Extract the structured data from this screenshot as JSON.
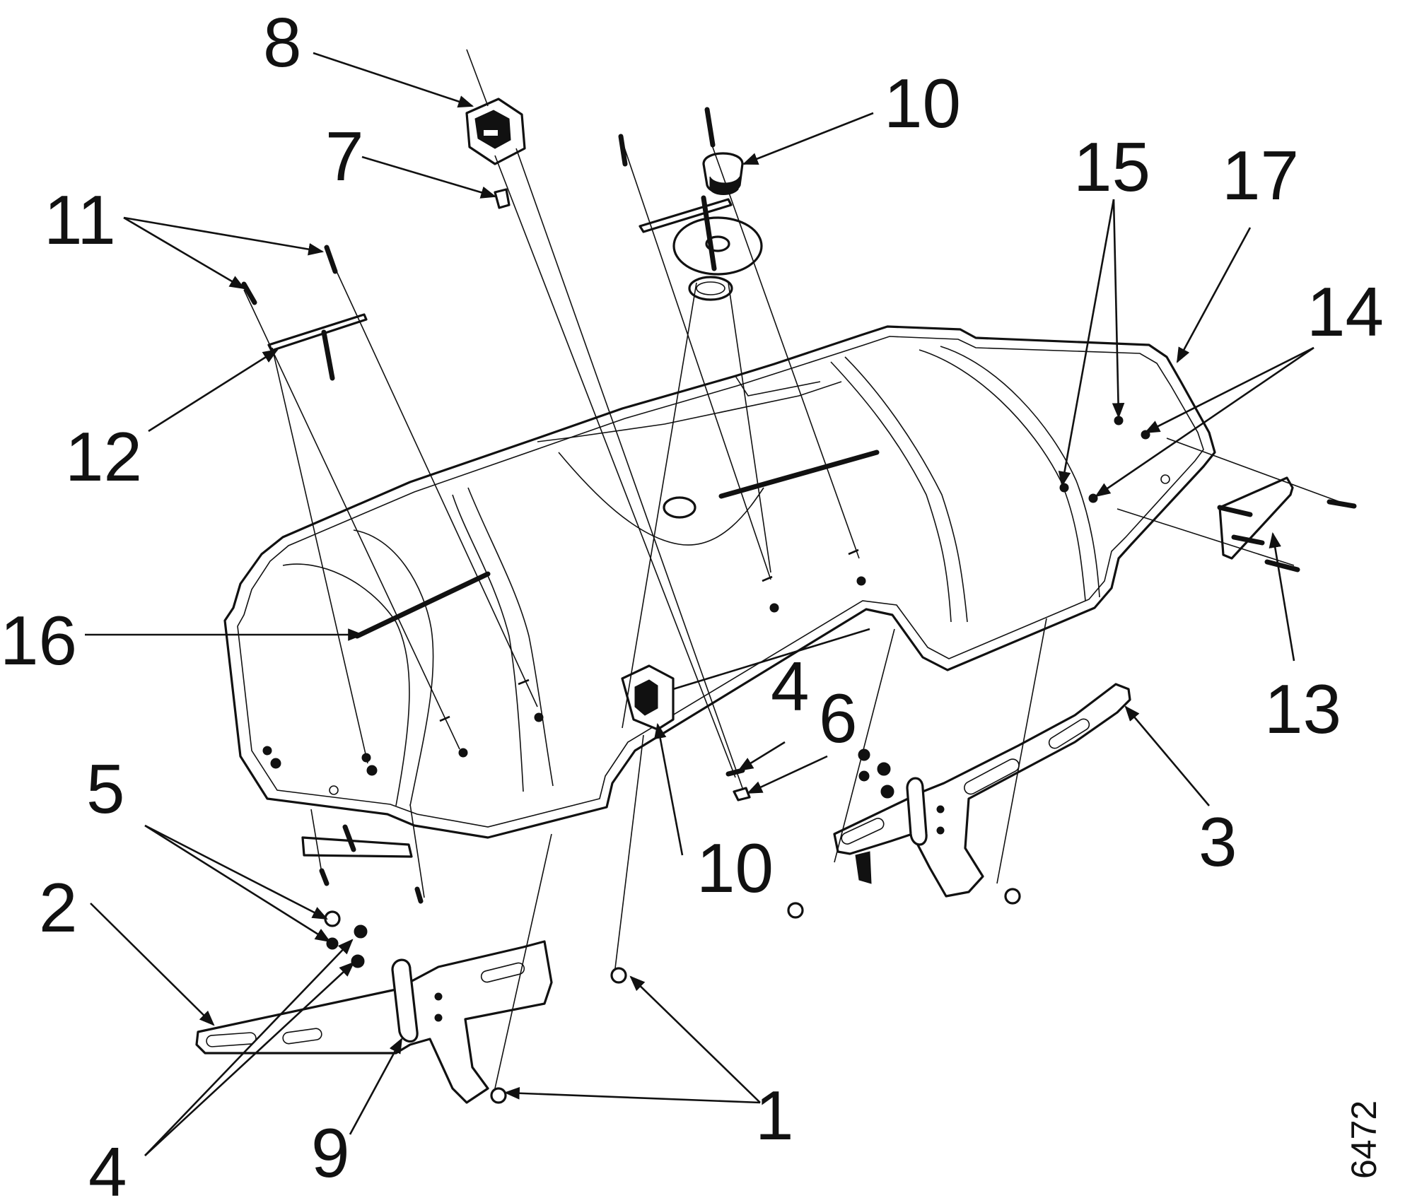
{
  "diagram": {
    "reference_number": "6472",
    "callouts": [
      {
        "id": "c8",
        "label": "8"
      },
      {
        "id": "c10a",
        "label": "10"
      },
      {
        "id": "c7",
        "label": "7"
      },
      {
        "id": "c11",
        "label": "11"
      },
      {
        "id": "c15",
        "label": "15"
      },
      {
        "id": "c17",
        "label": "17"
      },
      {
        "id": "c14",
        "label": "14"
      },
      {
        "id": "c12",
        "label": "12"
      },
      {
        "id": "c16",
        "label": "16"
      },
      {
        "id": "c4a",
        "label": "4"
      },
      {
        "id": "c6",
        "label": "6"
      },
      {
        "id": "c13",
        "label": "13"
      },
      {
        "id": "c5",
        "label": "5"
      },
      {
        "id": "c3",
        "label": "3"
      },
      {
        "id": "c10b",
        "label": "10"
      },
      {
        "id": "c2",
        "label": "2"
      },
      {
        "id": "c1",
        "label": "1"
      },
      {
        "id": "c9",
        "label": "9"
      },
      {
        "id": "c4b",
        "label": "4"
      }
    ]
  }
}
